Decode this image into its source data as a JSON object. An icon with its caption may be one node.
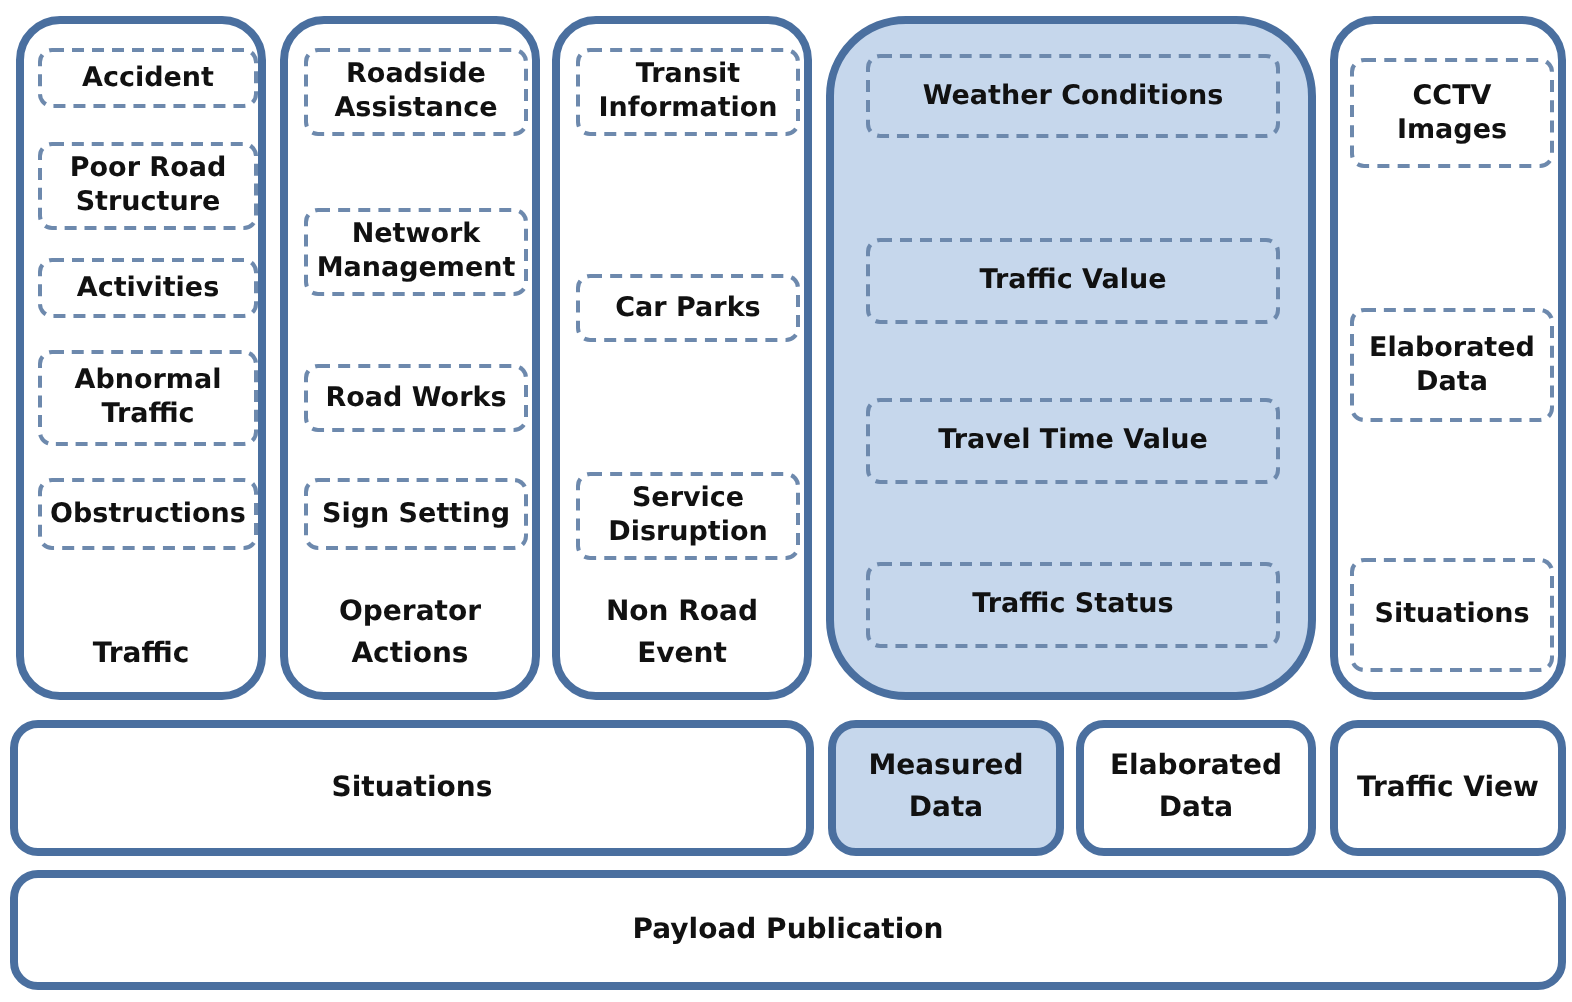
{
  "diagram": {
    "nodes": [
      {
        "text": [
          "Traffic"
        ]
      },
      {
        "text": [
          "Accident"
        ],
        "in": 0
      },
      {
        "text": [
          "Poor Road Structure"
        ],
        "in": 0
      },
      {
        "text": [
          "Activities"
        ],
        "in": 0
      },
      {
        "text": [
          "Abnormal Traffic"
        ],
        "in": 0
      },
      {
        "text": [
          "Obstructions"
        ],
        "in": 0
      },
      {
        "text": [
          "Operator Actions"
        ]
      },
      {
        "text": [
          "Roadside Assistance"
        ],
        "in": 6
      },
      {
        "text": [
          "Network Management"
        ],
        "in": 6
      },
      {
        "text": [
          "Road Works"
        ],
        "in": 6
      },
      {
        "text": [
          "Sign Setting"
        ],
        "in": 6
      },
      {
        "text": [
          "Non Road Event"
        ]
      },
      {
        "text": [
          "Transit Information"
        ],
        "in": 11
      },
      {
        "text": [
          "Car Parks"
        ],
        "in": 11
      },
      {
        "text": [
          "Service Disruption"
        ],
        "in": 11
      },
      {
        "text": [],
        "shape": "box"
      },
      {
        "text": [
          "Weather Conditions"
        ],
        "in": 15
      },
      {
        "text": [
          "Traffic Value"
        ],
        "in": 15
      },
      {
        "text": [
          "Travel Time Value"
        ],
        "in": 15
      },
      {
        "text": [
          "Traffic Status"
        ],
        "in": 15
      },
      {
        "text": [],
        "shape": "box"
      },
      {
        "text": [
          "CCTV Images"
        ],
        "in": 20
      },
      {
        "text": [
          "Elaborated Data"
        ],
        "in": 20
      },
      {
        "text": [
          "Situations"
        ],
        "in": 20
      },
      {
        "text": [
          "Situations"
        ]
      },
      {
        "text": [
          "Measured Data"
        ]
      },
      {
        "text": [
          "Elaborated Data"
        ]
      },
      {
        "text": [
          "Traffic View"
        ]
      },
      {
        "text": [
          "Payload Publication"
        ]
      }
    ]
  }
}
